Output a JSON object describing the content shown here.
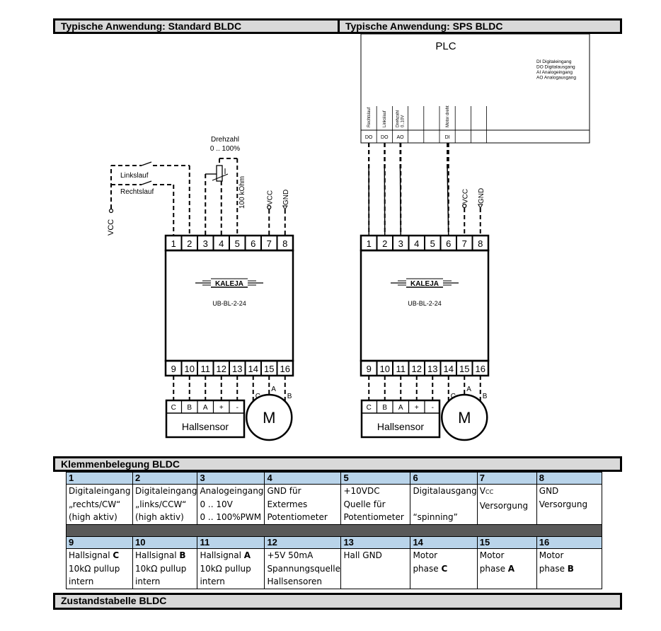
{
  "headers": {
    "left": "Typische Anwendung: Standard BLDC",
    "right": "Typische Anwendung: SPS BLDC",
    "terminal_table": "Klemmenbelegung BLDC",
    "state_table": "Zustandstabelle BLDC"
  },
  "left_diagram": {
    "vcc_label": "VCC",
    "switch_left": "Linkslauf",
    "switch_right": "Rechtslauf",
    "speed_label": "Drehzahl",
    "speed_range": "0 .. 100%",
    "pot_value": "100 kOhm",
    "pin7_label": "VCC",
    "pin8_label": "GND"
  },
  "right_diagram": {
    "plc_title": "PLC",
    "legend": [
      "DI  Digitaleingang",
      "DO Digitalausgang",
      "AI  Analogeingang",
      "AO Analogausgang"
    ],
    "plc_columns": [
      {
        "signal": "Rechtslauf",
        "type": "DO"
      },
      {
        "signal": "Linkslauf",
        "type": "DO"
      },
      {
        "signal": "Drehzahl 0..10V",
        "type": "AO"
      },
      {
        "signal": "",
        "type": ""
      },
      {
        "signal": "",
        "type": ""
      },
      {
        "signal": "Motor dreht",
        "type": "DI"
      },
      {
        "signal": "",
        "type": ""
      },
      {
        "signal": "",
        "type": ""
      }
    ],
    "pin7_label": "VCC",
    "pin8_label": "GND"
  },
  "module": {
    "brand": "KALEJA",
    "model": "UB-BL-2-24",
    "top_pins": [
      "1",
      "2",
      "3",
      "4",
      "5",
      "6",
      "7",
      "8"
    ],
    "bottom_pins": [
      "9",
      "10",
      "11",
      "12",
      "13",
      "14",
      "15",
      "16"
    ]
  },
  "hallsensor": {
    "label": "Hallsensor",
    "pins": [
      "C",
      "B",
      "A",
      "+",
      "-"
    ]
  },
  "motor": {
    "label": "M",
    "phases": [
      "C",
      "A",
      "B"
    ]
  },
  "terminal_table": {
    "row1_numbers": [
      "1",
      "2",
      "3",
      "4",
      "5",
      "6",
      "7",
      "8"
    ],
    "row1_desc": [
      [
        "Digitaleingang",
        "„rechts/CW“",
        "(high aktiv)"
      ],
      [
        "Digitaleingang",
        "„links/CCW“",
        "(high aktiv)"
      ],
      [
        "Analogeingang",
        "0 .. 10V",
        "0 .. 100%PWM"
      ],
      [
        "GND für",
        "Extermes",
        "Potentiometer"
      ],
      [
        "+10VDC",
        "Quelle für",
        "Potentiometer"
      ],
      [
        "Digitalausgang",
        "",
        "“spinning”"
      ],
      [
        "V",
        "Versorgung",
        ""
      ],
      [
        "GND",
        "Versorgung",
        ""
      ]
    ],
    "row1_desc_sub7": "CC",
    "row2_numbers": [
      "9",
      "10",
      "11",
      "12",
      "13",
      "14",
      "15",
      "16"
    ],
    "row2_desc": [
      [
        "Hallsignal ",
        "C",
        "10kΩ pullup",
        "intern"
      ],
      [
        "Hallsignal ",
        "B",
        "10kΩ pullup",
        "intern"
      ],
      [
        "Hallsignal ",
        "A",
        "10kΩ pullup",
        "intern"
      ],
      [
        "+5V 50mA",
        "",
        "Spannungsquelle",
        "Hallsensoren"
      ],
      [
        "Hall GND",
        "",
        "",
        ""
      ],
      [
        "Motor",
        "",
        "phase ",
        "C"
      ],
      [
        "Motor",
        "",
        "phase ",
        "A"
      ],
      [
        "Motor",
        "",
        "phase ",
        "B"
      ]
    ]
  }
}
